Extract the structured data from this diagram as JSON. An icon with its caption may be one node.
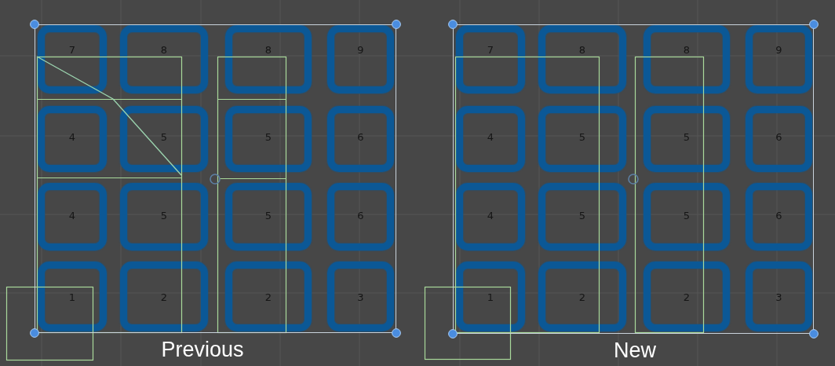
{
  "diagram": {
    "nodes": [
      {
        "text": [
          "Previous"
        ]
      },
      {
        "text": [
          "7"
        ],
        "in": 0
      },
      {
        "text": [
          "8"
        ],
        "in": 0
      },
      {
        "text": [
          "8"
        ],
        "in": 0
      },
      {
        "text": [
          "9"
        ],
        "in": 0
      },
      {
        "text": [
          "4"
        ],
        "in": 0
      },
      {
        "text": [
          "5"
        ],
        "in": 0
      },
      {
        "text": [
          "5"
        ],
        "in": 0
      },
      {
        "text": [
          "6"
        ],
        "in": 0
      },
      {
        "text": [
          "4"
        ],
        "in": 0
      },
      {
        "text": [
          "5"
        ],
        "in": 0
      },
      {
        "text": [
          "5"
        ],
        "in": 0
      },
      {
        "text": [
          "6"
        ],
        "in": 0
      },
      {
        "text": [
          "1"
        ],
        "in": 0
      },
      {
        "text": [
          "2"
        ],
        "in": 0
      },
      {
        "text": [
          "2"
        ],
        "in": 0
      },
      {
        "text": [
          "3"
        ],
        "in": 0
      },
      {
        "text": [
          "New"
        ]
      },
      {
        "text": [
          "7"
        ],
        "in": 17
      },
      {
        "text": [
          "8"
        ],
        "in": 17
      },
      {
        "text": [
          "8"
        ],
        "in": 17
      },
      {
        "text": [
          "9"
        ],
        "in": 17
      },
      {
        "text": [
          "4"
        ],
        "in": 17
      },
      {
        "text": [
          "5"
        ],
        "in": 17
      },
      {
        "text": [
          "5"
        ],
        "in": 17
      },
      {
        "text": [
          "6"
        ],
        "in": 17
      },
      {
        "text": [
          "4"
        ],
        "in": 17
      },
      {
        "text": [
          "5"
        ],
        "in": 17
      },
      {
        "text": [
          "5"
        ],
        "in": 17
      },
      {
        "text": [
          "6"
        ],
        "in": 17
      },
      {
        "text": [
          "1"
        ],
        "in": 17
      },
      {
        "text": [
          "2"
        ],
        "in": 17
      },
      {
        "text": [
          "2"
        ],
        "in": 17
      },
      {
        "text": [
          "3"
        ],
        "in": 17
      }
    ]
  }
}
